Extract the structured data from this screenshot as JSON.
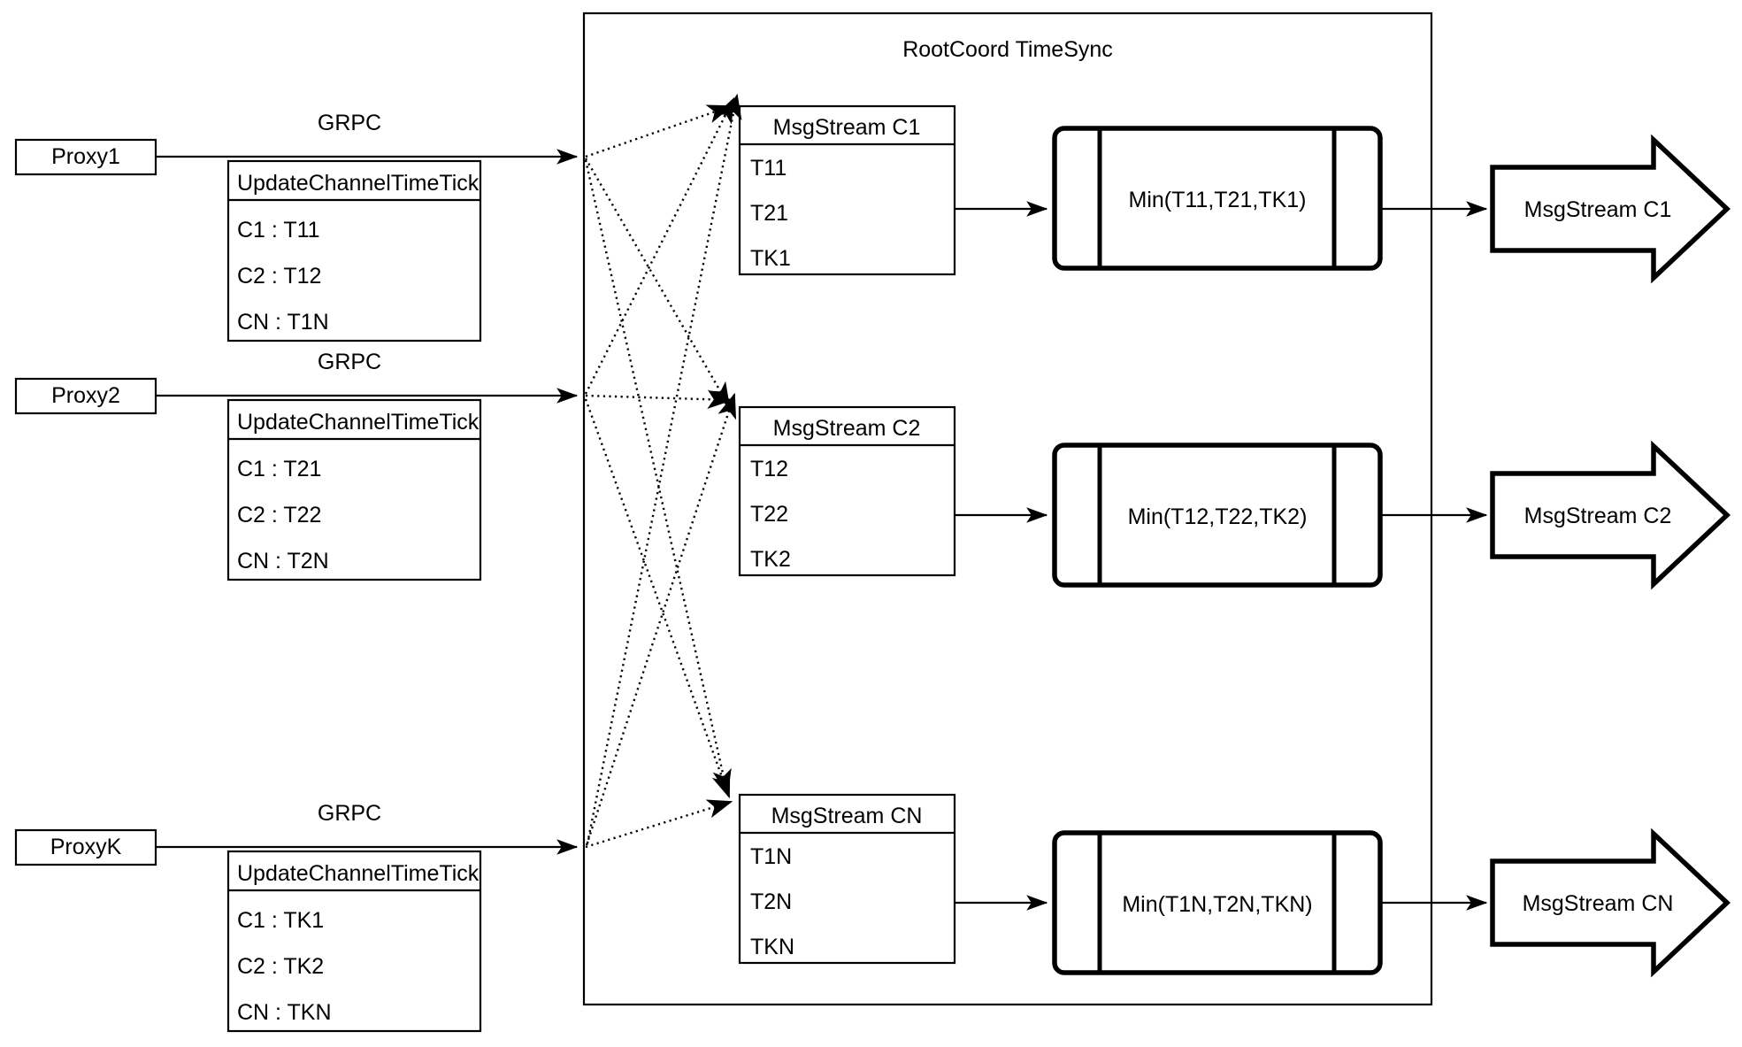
{
  "container": {
    "title": "RootCoord TimeSync"
  },
  "rows": [
    {
      "proxy": "Proxy1",
      "link_label": "GRPC",
      "request": {
        "header": "UpdateChannelTimeTick",
        "entries": [
          "C1 :  T11",
          "C2 :  T12",
          "CN : T1N"
        ]
      },
      "msgstream": {
        "header": "MsgStream C1",
        "entries": [
          "T11",
          "T21",
          "TK1"
        ]
      },
      "process": "Min(T11,T21,TK1)",
      "output": "MsgStream C1"
    },
    {
      "proxy": "Proxy2",
      "link_label": "GRPC",
      "request": {
        "header": "UpdateChannelTimeTick",
        "entries": [
          "C1 :  T21",
          "C2 :  T22",
          "CN : T2N"
        ]
      },
      "msgstream": {
        "header": "MsgStream C2",
        "entries": [
          "T12",
          "T22",
          "TK2"
        ]
      },
      "process": "Min(T12,T22,TK2)",
      "output": "MsgStream C2"
    },
    {
      "proxy": "ProxyK",
      "link_label": "GRPC",
      "request": {
        "header": "UpdateChannelTimeTick",
        "entries": [
          "C1 :  TK1",
          "C2 :  TK2",
          "CN : TKN"
        ]
      },
      "msgstream": {
        "header": "MsgStream CN",
        "entries": [
          "T1N",
          "T2N",
          "TKN"
        ]
      },
      "process": "Min(T1N,T2N,TKN)",
      "output": "MsgStream CN"
    }
  ],
  "colors": {
    "stroke": "#000000",
    "fill": "#ffffff"
  }
}
